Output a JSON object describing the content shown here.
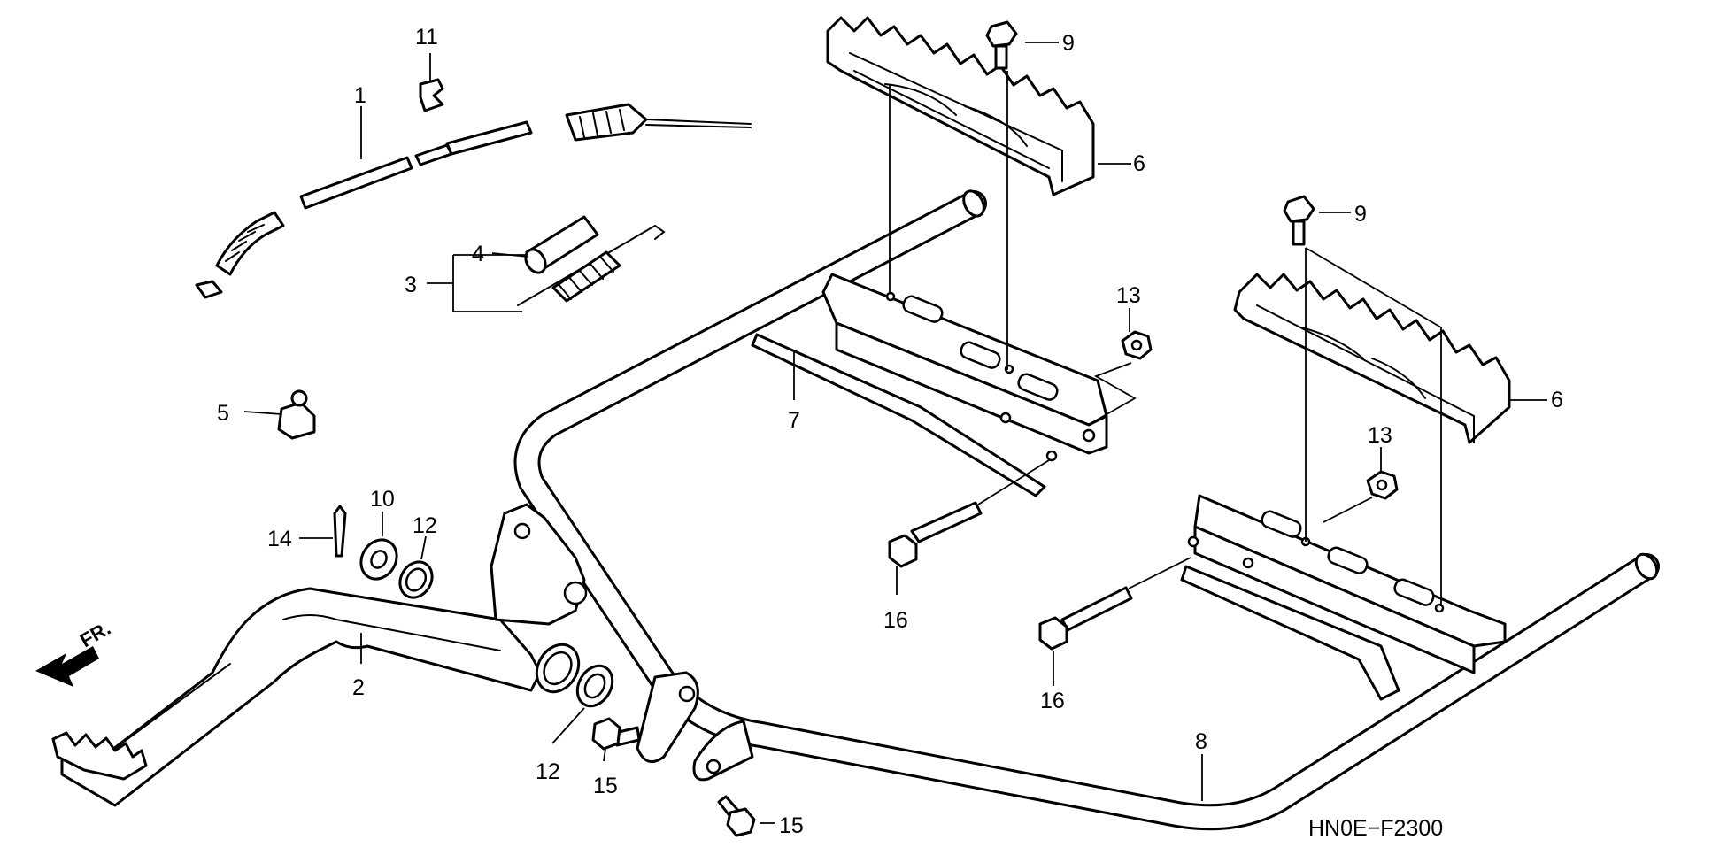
{
  "diagram": {
    "code": "HN0E−F2300",
    "direction_label": "FR.",
    "callouts": {
      "c1": "1",
      "c2": "2",
      "c3": "3",
      "c4": "4",
      "c5": "5",
      "c6a": "6",
      "c6b": "6",
      "c7": "7",
      "c8": "8",
      "c9a": "9",
      "c9b": "9",
      "c10": "10",
      "c11": "11",
      "c12a": "12",
      "c12b": "12",
      "c13a": "13",
      "c13b": "13",
      "c14": "14",
      "c15a": "15",
      "c15b": "15",
      "c16a": "16",
      "c16b": "16"
    }
  }
}
